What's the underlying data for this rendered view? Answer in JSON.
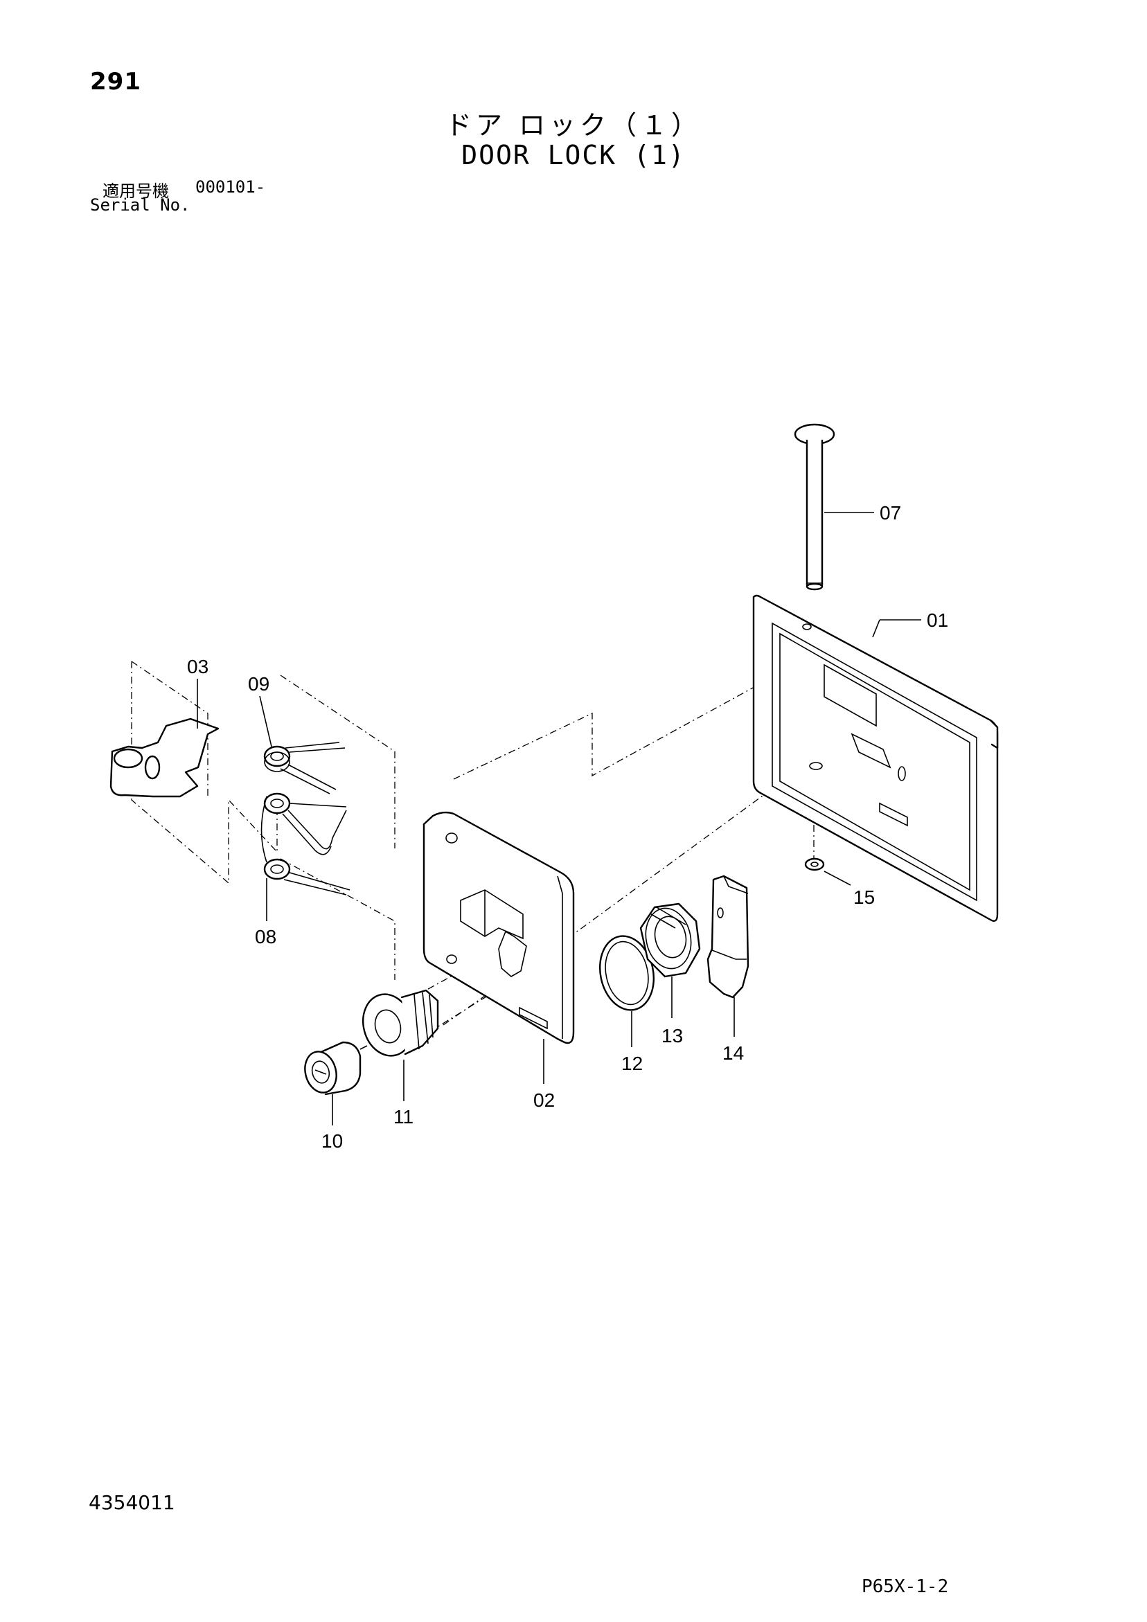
{
  "page": {
    "number": "291",
    "title_ja": "ドア ロック（１）",
    "title_en": "DOOR LOCK (1)",
    "serial_label_ja": "適用号機",
    "serial_range": "000101-",
    "serial_label_en": "Serial No.",
    "document_number": "4354011",
    "sheet_code": "P65X-1-2"
  },
  "callouts": [
    {
      "id": "07",
      "label": "07"
    },
    {
      "id": "01",
      "label": "01"
    },
    {
      "id": "03",
      "label": "03"
    },
    {
      "id": "09",
      "label": "09"
    },
    {
      "id": "15",
      "label": "15"
    },
    {
      "id": "08",
      "label": "08"
    },
    {
      "id": "12",
      "label": "12"
    },
    {
      "id": "13",
      "label": "13"
    },
    {
      "id": "14",
      "label": "14"
    },
    {
      "id": "02",
      "label": "02"
    },
    {
      "id": "11",
      "label": "11"
    },
    {
      "id": "10",
      "label": "10"
    }
  ]
}
